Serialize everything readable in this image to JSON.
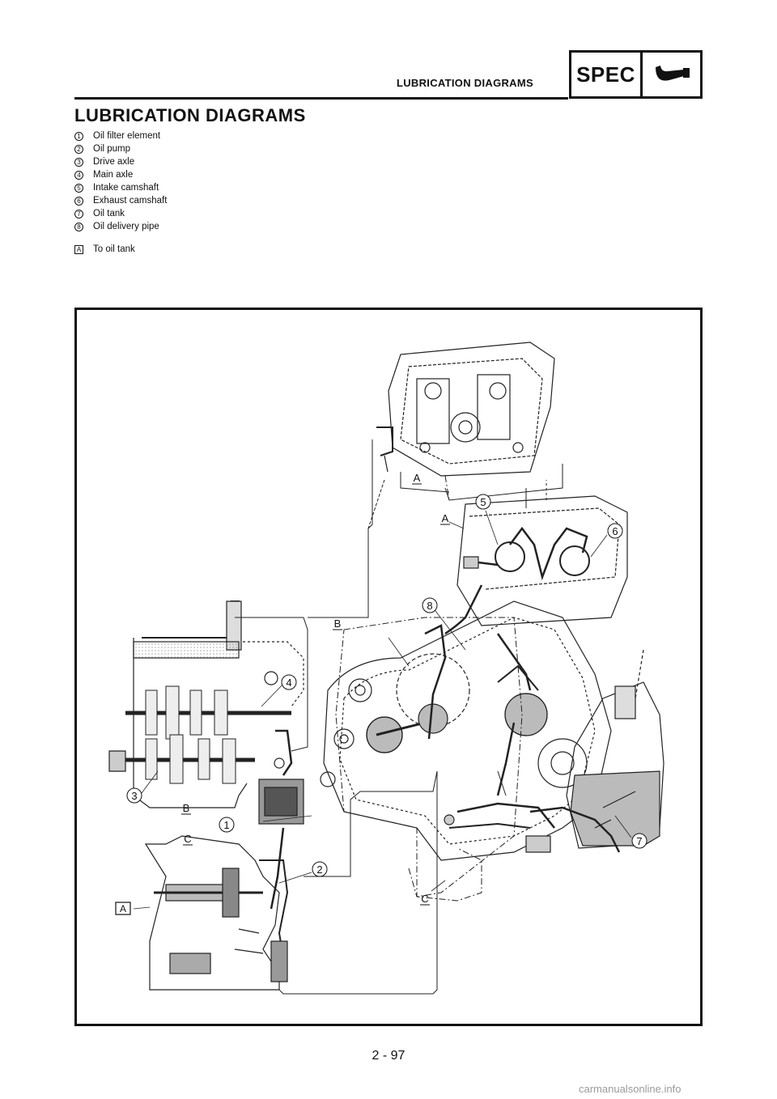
{
  "header": {
    "section_title": "LUBRICATION DIAGRAMS",
    "spec_label": "SPEC",
    "icon": "wrench-icon"
  },
  "page_title": "LUBRICATION DIAGRAMS",
  "legend": [
    {
      "num": "1",
      "label": "Oil filter element"
    },
    {
      "num": "2",
      "label": "Oil pump"
    },
    {
      "num": "3",
      "label": "Drive axle"
    },
    {
      "num": "4",
      "label": "Main axle"
    },
    {
      "num": "5",
      "label": "Intake camshaft"
    },
    {
      "num": "6",
      "label": "Exhaust camshaft"
    },
    {
      "num": "7",
      "label": "Oil tank"
    },
    {
      "num": "8",
      "label": "Oil delivery pipe"
    }
  ],
  "note": {
    "key": "A",
    "label": "To oil tank"
  },
  "diagram": {
    "callouts": [
      "1",
      "2",
      "3",
      "4",
      "5",
      "6",
      "7",
      "8"
    ],
    "letters": {
      "a": "A",
      "b": "B",
      "c": "C"
    }
  },
  "page_number": "2 - 97",
  "watermark": "carmanualsonline.info"
}
